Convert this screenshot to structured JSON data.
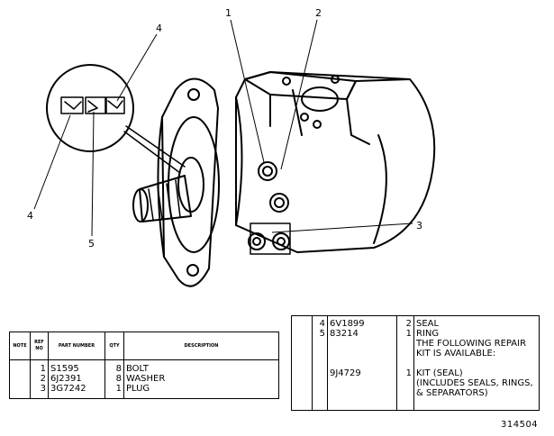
{
  "callouts": [
    "1",
    "2",
    "3",
    "4",
    "4",
    "5"
  ],
  "left_table": {
    "headers": [
      "NOTE",
      "REF NO",
      "PART NUMBER",
      "QTY",
      "DESCRIPTION"
    ],
    "rows": [
      {
        "ref": "1",
        "part": "S1595",
        "qty": "8",
        "desc": "BOLT"
      },
      {
        "ref": "2",
        "part": "6J2391",
        "qty": "8",
        "desc": "WASHER"
      },
      {
        "ref": "3",
        "part": "3G7242",
        "qty": "1",
        "desc": "PLUG"
      }
    ]
  },
  "right_table": {
    "group_a": [
      {
        "ref": "4",
        "part": "6V1899",
        "qty": "2",
        "desc": "SEAL"
      },
      {
        "ref": "5",
        "part": "83214",
        "qty": "1",
        "desc": "RING"
      }
    ],
    "note_lines": [
      "THE FOLLOWING REPAIR",
      "KIT IS AVAILABLE:"
    ],
    "group_b": {
      "part": "9J4729",
      "qty": "1",
      "desc_lines": [
        "KIT (SEAL)",
        "(INCLUDES SEALS, RINGS,",
        "& SEPARATORS)"
      ]
    }
  },
  "figure_number": "314504"
}
